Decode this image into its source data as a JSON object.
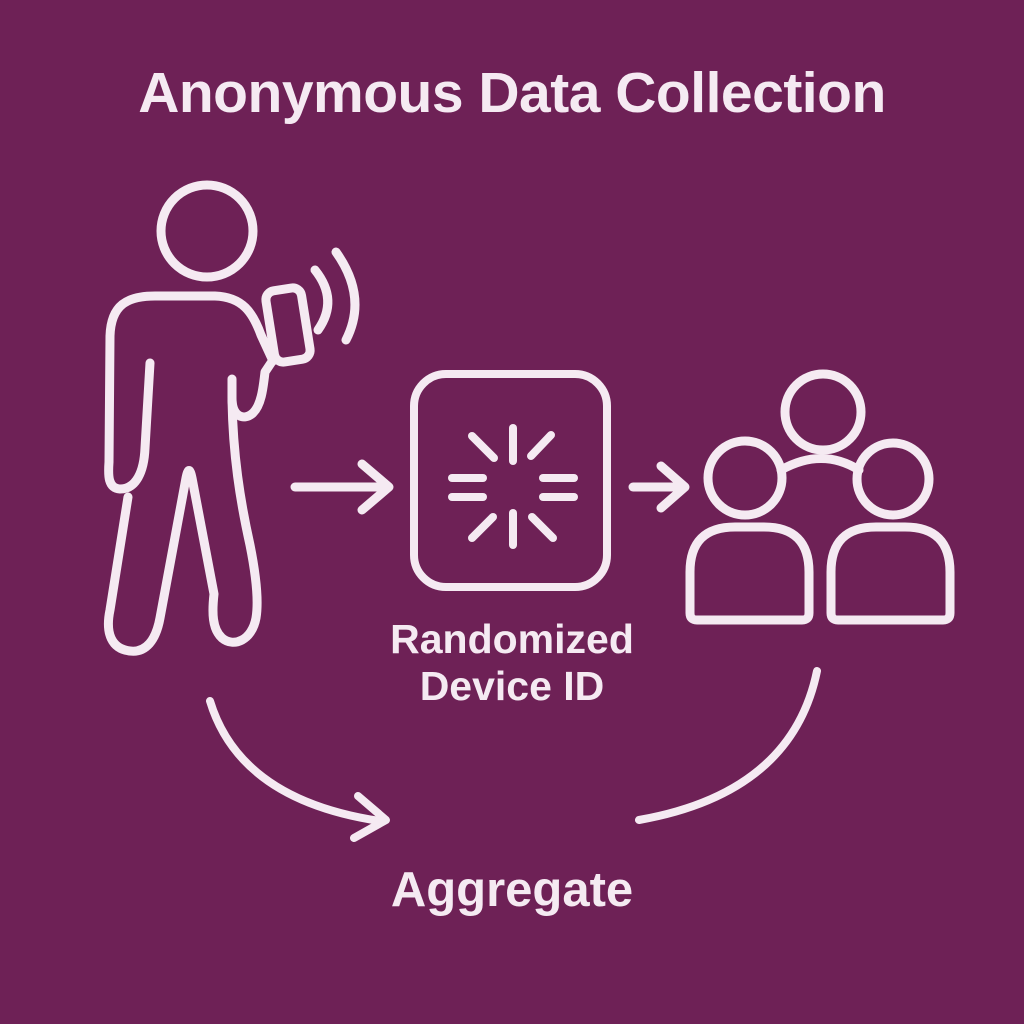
{
  "title": "Anonymous Data Collection",
  "colors": {
    "background": "#6E2156",
    "ink": "#F5EAF2"
  },
  "diagram": {
    "user": {
      "icon": "person-with-phone-icon"
    },
    "device": {
      "icon": "randomizer-burst-icon",
      "label_line1": "Randomized",
      "label_line2": "Device ID"
    },
    "group": {
      "icon": "people-group-icon"
    },
    "aggregate_label": "Aggregate"
  }
}
